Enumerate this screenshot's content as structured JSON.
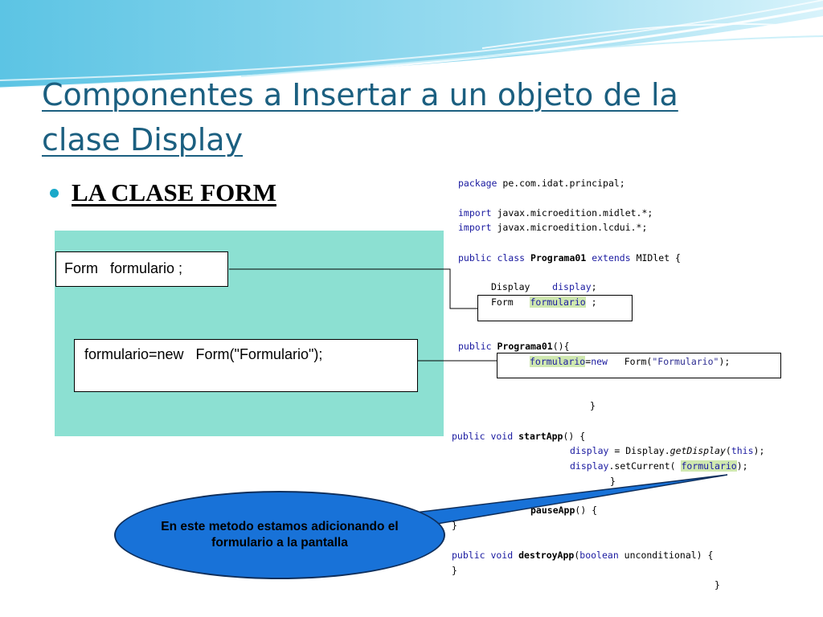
{
  "slide": {
    "title": "Componentes a Insertar  a un objeto de la clase Display",
    "bullet": "LA CLASE FORM",
    "colors": {
      "title": "#1b5f80",
      "panel": "#8ce0d2",
      "callout": "#1872d8",
      "bullet": "#1aa9c9"
    }
  },
  "boxes": {
    "declaration": "Form   formulario ;",
    "instantiation": "formulario=new   Form(\"Formulario\");"
  },
  "callout": {
    "text": "En este metodo estamos adicionando el formulario a la pantalla"
  },
  "code": {
    "l1_kw": "package",
    "l1_rest": " pe.com.idat.principal;",
    "l2_kw": "import",
    "l2_rest": " javax.microedition.midlet.*;",
    "l3_kw": "import",
    "l3_rest": " javax.microedition.lcdui.*;",
    "l4_kw1": "public class ",
    "l4_name": "Programa01",
    "l4_kw2": " extends",
    "l4_rest": " MIDlet {",
    "l5_type": "Display    ",
    "l5_field": "display",
    "l5_end": ";",
    "l6_type": "Form   ",
    "l6_field": "formulario",
    "l6_end": " ;",
    "l7_kw": "public ",
    "l7_name": "Programa01",
    "l7_rest": "(){",
    "l8_field": "formulario",
    "l8_op": "=",
    "l8_kw": "new",
    "l8_mid": "   Form(",
    "l8_str": "\"Formulario\"",
    "l8_end": ");",
    "l9_brace": "}",
    "l10_kw": "public void ",
    "l10_name": "startApp",
    "l10_rest": "() {",
    "l11_field": "display",
    "l11_mid": " = Display.",
    "l11_method": "getDisplay",
    "l11_open": "(",
    "l11_kw": "this",
    "l11_end": ");",
    "l12_field": "display",
    "l12_mid": ".setCurrent( ",
    "l12_arg": "formulario",
    "l12_end": ");",
    "l13_brace": "}",
    "l14_name": "pauseApp",
    "l14_rest": "() {",
    "l15_brace": "}",
    "l16_kw": "public void ",
    "l16_name": "destroyApp",
    "l16_open": "(",
    "l16_kw2": "boolean",
    "l16_rest": " unconditional) {",
    "l17_brace": "}",
    "l18_brace": "}"
  }
}
